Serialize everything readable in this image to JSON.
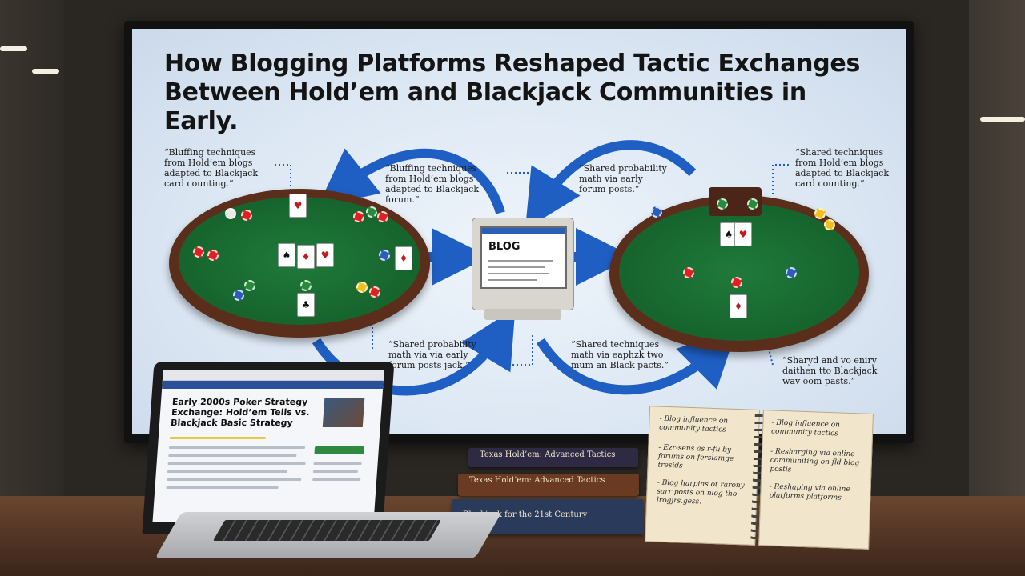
{
  "screen": {
    "title": "How Blogging Platforms Reshaped Tactic Exchanges Between Hold’em and Blackjack Communities in Early.",
    "callouts": [
      "“Bluffing techniques from Hold’em blogs adapted to Blackjack card counting.”",
      "“Bluffing techniques from Hold’em blogs adapted to Blackjack forum.”",
      "“Shared probability math via early forum posts.”",
      "“Shared techniques from Hold’em blogs adapted to Blackjack card counting.”",
      "“Shared probability math via via early forum posts jack.”",
      "“Shared techniques math via eaphzk two mum an Black pacts.”",
      "“Sharyd and vo eniry daithen tto Blackjack wav oom pasts.”"
    ],
    "monitor_label": "BLOG"
  },
  "laptop": {
    "article_title": "Early 2000s Poker Strategy Exchange: Hold’em Tells vs. Blackjack Basic Strategy"
  },
  "books": [
    "Texas Hold’em: Advanced Tactics",
    "Texas Hold’em: Advanced Tactics",
    "Blackjack for the 21st Century"
  ],
  "notebook": {
    "left_notes": [
      "- Blog influence on community tactics",
      "- Ezr-sens as r-fu by forums on ferslamge tresids",
      "- Blog harpins ot rarony sarr posts on nlog tho lrogjrs.gess."
    ],
    "right_notes": [
      "- Blog influence on community tactics",
      "- Resharging via online communiting on fld blog postis",
      "- Reshaping via online platforms platforms"
    ]
  },
  "colors": {
    "arrow_blue": "#1f5fc4",
    "felt_green": "#1a6e33",
    "table_rim": "#5a2e1a",
    "tv_frame": "#111111"
  }
}
